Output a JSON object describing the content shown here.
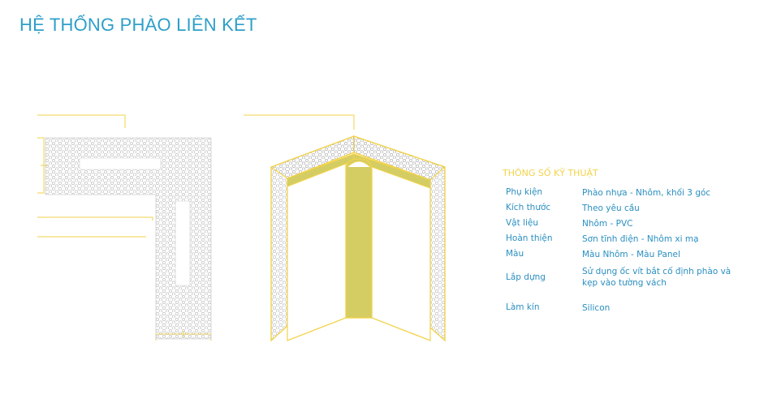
{
  "title": "HỆ THỐNG PHÀO LIÊN KẾT",
  "colors": {
    "title": "#2e9fc9",
    "accent_yellow": "#f2d34a",
    "core_fill": "#d4cd63",
    "spec_text": "#2b8fc0"
  },
  "specs": {
    "heading": "THÔNG SỐ KỸ THUẬT",
    "rows": [
      {
        "label": "Phụ kiện",
        "value": "Phào nhựa - Nhôm, khối 3 góc"
      },
      {
        "label": "Kích thước",
        "value": "Theo yêu cầu"
      },
      {
        "label": "Vật liệu",
        "value": "Nhôm - PVC"
      },
      {
        "label": "Hoàn thiện",
        "value": "Sơn tĩnh điện - Nhôm xi mạ"
      },
      {
        "label": "Màu",
        "value": "Màu Nhôm - Màu Panel"
      },
      {
        "label": "Lắp dựng",
        "value": "Sử dụng ốc vít bắt cố định phào và kẹp vào tường vách"
      },
      {
        "label": "Làm kín",
        "value": "Silicon"
      }
    ]
  }
}
